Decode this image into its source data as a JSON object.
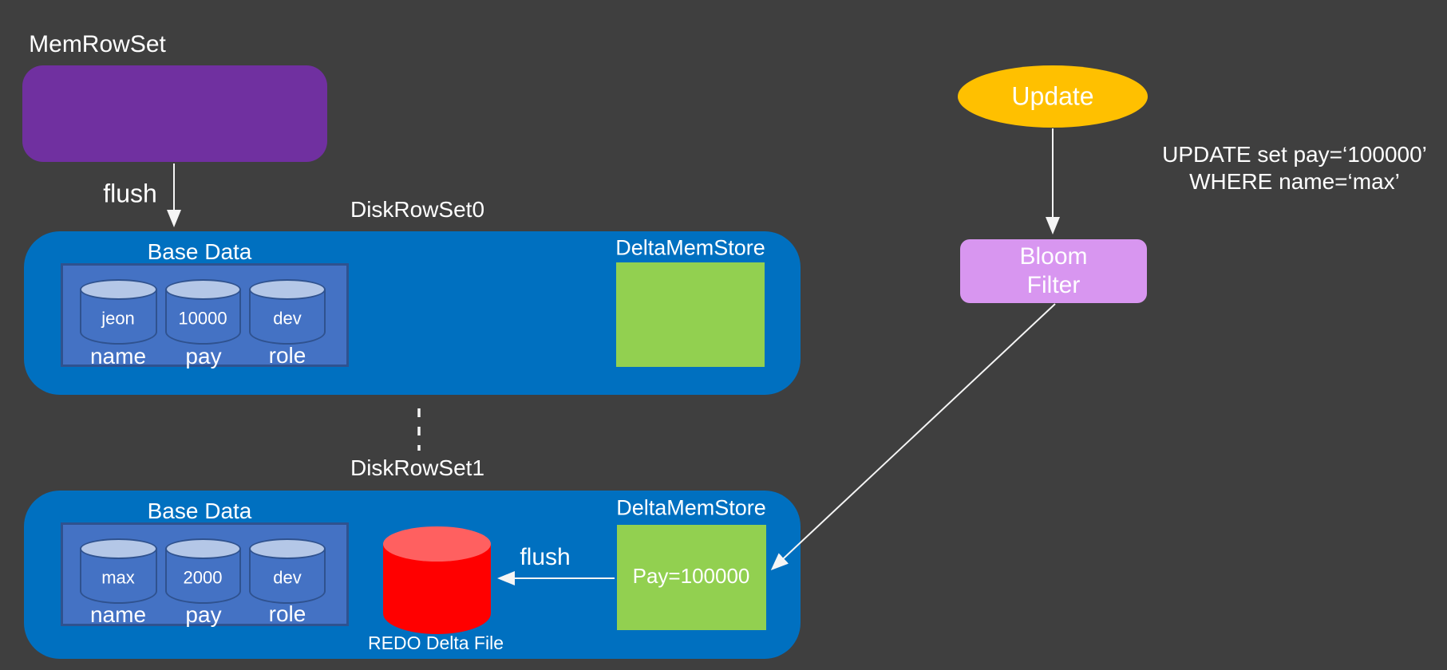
{
  "colors": {
    "background": "#3F3F3F",
    "purple": "#7030A0",
    "blue": "#0070C0",
    "inner_blue": "#4472C4",
    "inner_border": "#2F528F",
    "cylinder_top": "#B4C7E7",
    "green": "#92D050",
    "red": "#FF0000",
    "red_top": "#FF6060",
    "gold": "#FFC000",
    "orchid": "#D896F0",
    "arrow": "#F5F5F5",
    "text": "#FFFFFF"
  },
  "memrowset": {
    "label": "MemRowSet",
    "flush_label": "flush"
  },
  "diskrowset0": {
    "label": "DiskRowSet0",
    "base_data": {
      "label": "Base Data",
      "columns": [
        {
          "value": "jeon",
          "name": "name"
        },
        {
          "value": "10000",
          "name": "pay"
        },
        {
          "value": "dev",
          "name": "role"
        }
      ]
    },
    "deltamemstore": {
      "label": "DeltaMemStore"
    }
  },
  "diskrowset1": {
    "label": "DiskRowSet1",
    "flush_label": "flush",
    "base_data": {
      "label": "Base Data",
      "columns": [
        {
          "value": "max",
          "name": "name"
        },
        {
          "value": "2000",
          "name": "pay"
        },
        {
          "value": "dev",
          "name": "role"
        }
      ]
    },
    "deltamemstore": {
      "label": "DeltaMemStore",
      "content": "Pay=100000"
    },
    "redo_delta_file": {
      "label": "REDO Delta File"
    }
  },
  "update_flow": {
    "update_label": "Update",
    "query_line1": "UPDATE set pay=‘100000’",
    "query_line2": "WHERE name=‘max’",
    "bloom_line1": "Bloom",
    "bloom_line2": "Filter"
  }
}
